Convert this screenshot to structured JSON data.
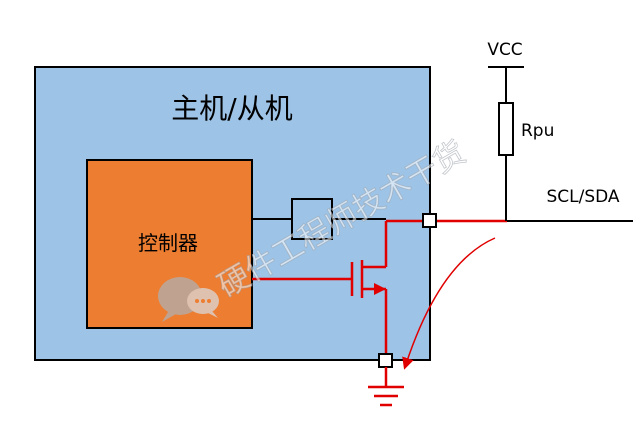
{
  "diagram": {
    "host_label": "主机/从机",
    "controller_label": "控制器",
    "vcc_label": "VCC",
    "resistor_label": "Rpu",
    "bus_label": "SCL/SDA",
    "watermark_text": "硬件工程师技术干货"
  },
  "colors": {
    "host_fill": "#9DC3E6",
    "controller_fill": "#ED7D31",
    "wire": "#000000",
    "signal_wire": "#E00000",
    "current_arrow": "#E00000",
    "outline": "#000000"
  },
  "icons": {
    "watermark_logo": "wechat-chat-bubbles-icon"
  }
}
